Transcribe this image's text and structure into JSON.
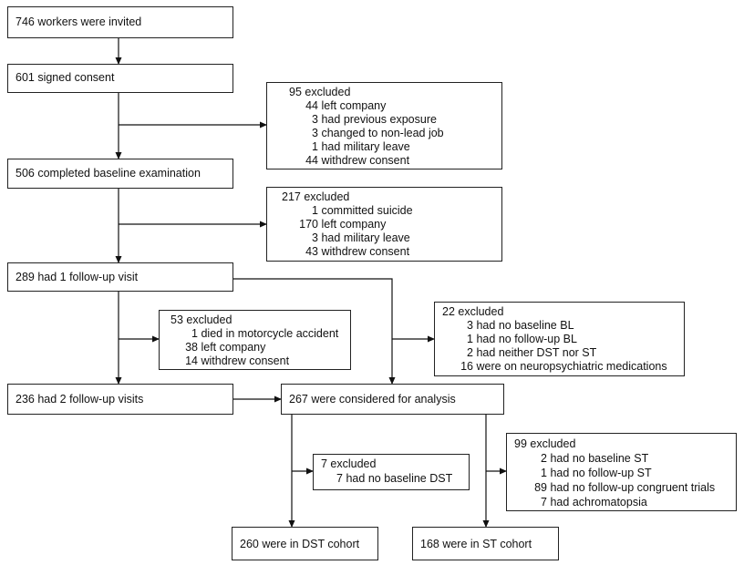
{
  "nodes": {
    "invited": "746 workers were invited",
    "consent": "601 signed consent",
    "baseline": "506 completed baseline examination",
    "fu1": "289 had 1 follow-up visit",
    "fu2": "236 had 2 follow-up visits",
    "analysis": "267 were considered for analysis",
    "dst": "260 were in DST cohort",
    "st": "168 were in ST cohort"
  },
  "excl1": {
    "header": "95 excluded",
    "items": [
      {
        "n": "44",
        "text": "left company"
      },
      {
        "n": "3",
        "text": "had previous exposure"
      },
      {
        "n": "3",
        "text": "changed to non-lead job"
      },
      {
        "n": "1",
        "text": "had military leave"
      },
      {
        "n": "44",
        "text": "withdrew consent"
      }
    ]
  },
  "excl2": {
    "header": "217 excluded",
    "items": [
      {
        "n": "1",
        "text": "committed suicide"
      },
      {
        "n": "170",
        "text": "left company"
      },
      {
        "n": "3",
        "text": "had military leave"
      },
      {
        "n": "43",
        "text": "withdrew consent"
      }
    ]
  },
  "excl3": {
    "header": "53 excluded",
    "items": [
      {
        "n": "1",
        "text": "died in motorcycle accident"
      },
      {
        "n": "38",
        "text": "left company"
      },
      {
        "n": "14",
        "text": "withdrew consent"
      }
    ]
  },
  "excl4": {
    "header": "22 excluded",
    "items": [
      {
        "n": "3",
        "text": "had no baseline BL"
      },
      {
        "n": "1",
        "text": "had no follow-up BL"
      },
      {
        "n": "2",
        "text": "had neither DST nor ST"
      },
      {
        "n": "16",
        "text": "were on neuropsychiatric medications"
      }
    ]
  },
  "excl5": {
    "header": "7 excluded",
    "items": [
      {
        "n": "7",
        "text": "had no baseline DST"
      }
    ]
  },
  "excl6": {
    "header": "99 excluded",
    "items": [
      {
        "n": "2",
        "text": "had no baseline ST"
      },
      {
        "n": "1",
        "text": "had no follow-up ST"
      },
      {
        "n": "89",
        "text": "had no follow-up congruent trials"
      },
      {
        "n": "7",
        "text": "had achromatopsia"
      }
    ]
  }
}
